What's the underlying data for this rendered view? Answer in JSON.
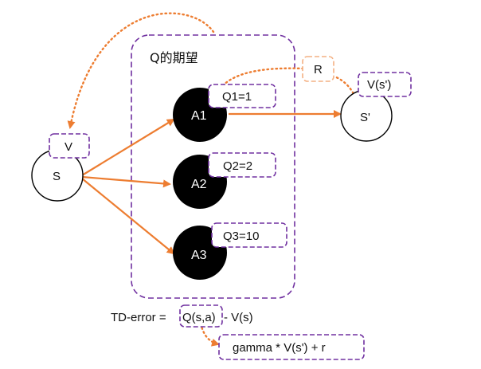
{
  "diagram": {
    "group_title": "Q的期望",
    "state_s": "S",
    "state_s_prime": "S'",
    "actions": [
      {
        "label": "A1",
        "q": "Q1=1"
      },
      {
        "label": "A2",
        "q": "Q2=2"
      },
      {
        "label": "A3",
        "q": "Q3=10"
      }
    ],
    "value_s": "V",
    "value_s_prime": "V(s')",
    "reward": "R",
    "td_prefix": "TD-error =",
    "td_q": "Q(s,a)",
    "td_suffix": "- V(s)",
    "target": "gamma * V(s') + r",
    "colors": {
      "arrow": "#ED7D31",
      "dashed_box": "#7030A0",
      "reward_box": "#F4B183",
      "node_fill": "#000000"
    }
  }
}
